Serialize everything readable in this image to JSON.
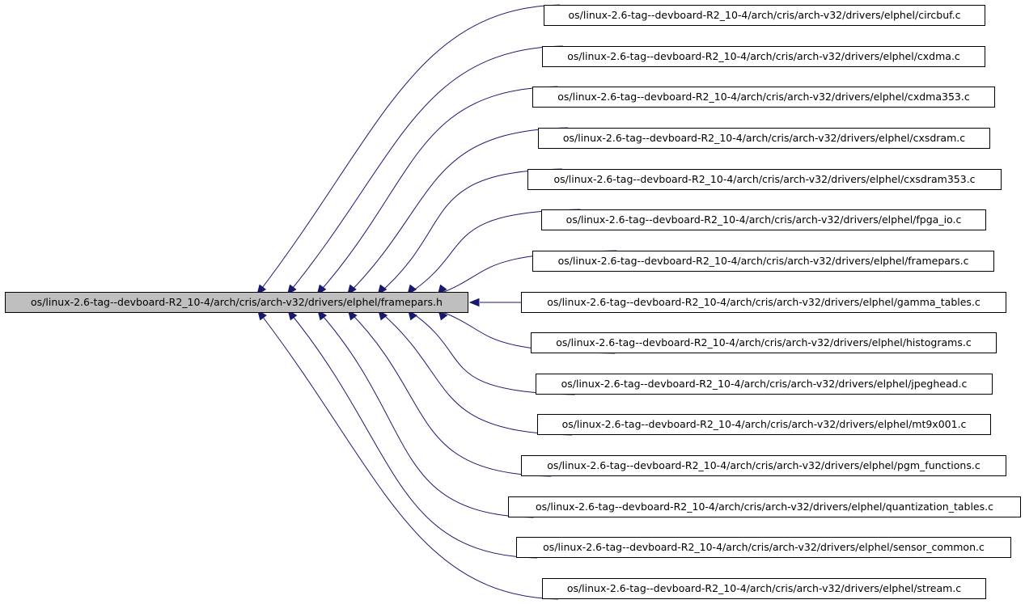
{
  "root": {
    "label": "os/linux-2.6-tag--devboard-R2_10-4/arch/cris/arch-v32/drivers/elphel/framepars.h"
  },
  "includers": [
    {
      "label": "os/linux-2.6-tag--devboard-R2_10-4/arch/cris/arch-v32/drivers/elphel/circbuf.c"
    },
    {
      "label": "os/linux-2.6-tag--devboard-R2_10-4/arch/cris/arch-v32/drivers/elphel/cxdma.c"
    },
    {
      "label": "os/linux-2.6-tag--devboard-R2_10-4/arch/cris/arch-v32/drivers/elphel/cxdma353.c"
    },
    {
      "label": "os/linux-2.6-tag--devboard-R2_10-4/arch/cris/arch-v32/drivers/elphel/cxsdram.c"
    },
    {
      "label": "os/linux-2.6-tag--devboard-R2_10-4/arch/cris/arch-v32/drivers/elphel/cxsdram353.c"
    },
    {
      "label": "os/linux-2.6-tag--devboard-R2_10-4/arch/cris/arch-v32/drivers/elphel/fpga_io.c"
    },
    {
      "label": "os/linux-2.6-tag--devboard-R2_10-4/arch/cris/arch-v32/drivers/elphel/framepars.c"
    },
    {
      "label": "os/linux-2.6-tag--devboard-R2_10-4/arch/cris/arch-v32/drivers/elphel/gamma_tables.c"
    },
    {
      "label": "os/linux-2.6-tag--devboard-R2_10-4/arch/cris/arch-v32/drivers/elphel/histograms.c"
    },
    {
      "label": "os/linux-2.6-tag--devboard-R2_10-4/arch/cris/arch-v32/drivers/elphel/jpeghead.c"
    },
    {
      "label": "os/linux-2.6-tag--devboard-R2_10-4/arch/cris/arch-v32/drivers/elphel/mt9x001.c"
    },
    {
      "label": "os/linux-2.6-tag--devboard-R2_10-4/arch/cris/arch-v32/drivers/elphel/pgm_functions.c"
    },
    {
      "label": "os/linux-2.6-tag--devboard-R2_10-4/arch/cris/arch-v32/drivers/elphel/quantization_tables.c"
    },
    {
      "label": "os/linux-2.6-tag--devboard-R2_10-4/arch/cris/arch-v32/drivers/elphel/sensor_common.c"
    },
    {
      "label": "os/linux-2.6-tag--devboard-R2_10-4/arch/cris/arch-v32/drivers/elphel/stream.c"
    }
  ],
  "colors": {
    "edge": "#191970",
    "node_border": "#000000",
    "node_fill": "#ffffff",
    "root_fill": "#bfbfbf"
  }
}
